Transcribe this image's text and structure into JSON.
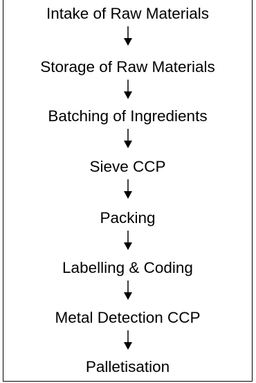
{
  "flowchart": {
    "steps": [
      "Intake of Raw Materials",
      "Storage of Raw Materials",
      "Batching of Ingredients",
      "Sieve CCP",
      "Packing",
      "Labelling & Coding",
      "Metal Detection CCP",
      "Palletisation"
    ],
    "line_color": "#000000"
  }
}
